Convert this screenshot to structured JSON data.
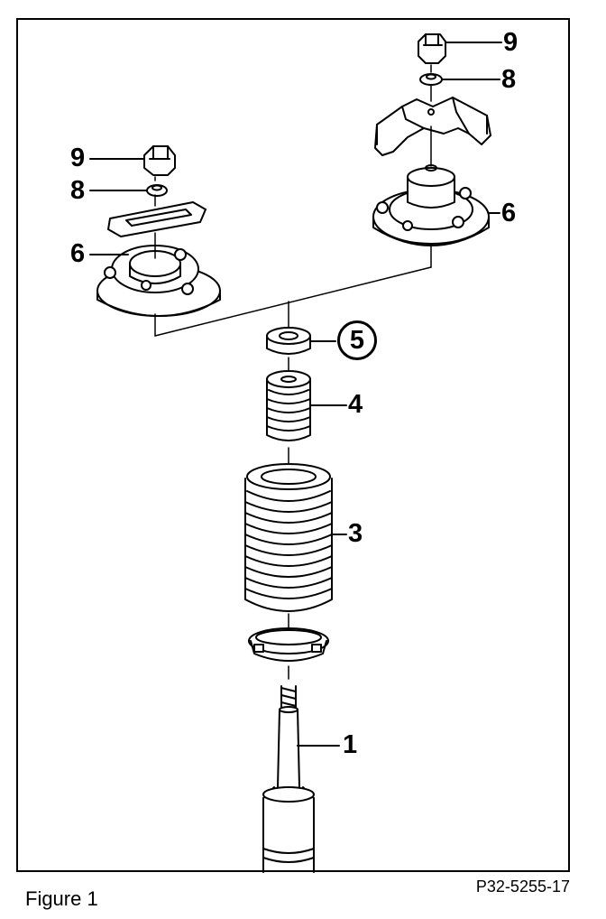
{
  "callouts": {
    "c9_left": "9",
    "c8_left": "8",
    "c6_left": "6",
    "c9_right": "9",
    "c8_right": "8",
    "c6_right": "6",
    "c5": "5",
    "c4": "4",
    "c3": "3",
    "c1": "1"
  },
  "caption": "Figure 1",
  "drawing_code": "P32-5255-17"
}
